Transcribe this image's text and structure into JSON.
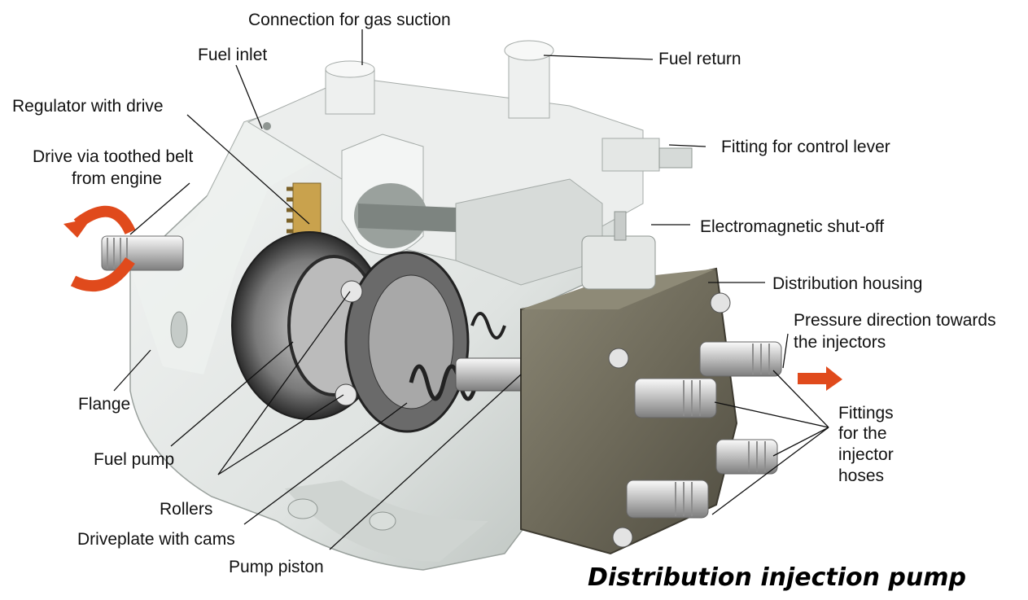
{
  "title": "Distribution injection pump",
  "labels": {
    "gas_suction": "Connection for gas suction",
    "fuel_inlet": "Fuel inlet",
    "fuel_return": "Fuel return",
    "regulator": "Regulator with drive",
    "drive_line1": "Drive via toothed belt",
    "drive_line2": "from engine",
    "control_lever": "Fitting for control lever",
    "shut_off": "Electromagnetic shut-off",
    "distribution_housing": "Distribution housing",
    "pressure_line1": "Pressure direction towards",
    "pressure_line2": "the injectors",
    "fittings_line1": "Fittings",
    "fittings_line2": "for the",
    "fittings_line3": "injector",
    "fittings_line4": "hoses",
    "flange": "Flange",
    "fuel_pump": "Fuel pump",
    "rollers": "Rollers",
    "driveplate": "Driveplate with cams",
    "pump_piston": "Pump piston"
  },
  "colors": {
    "body": "#e3e6e4",
    "body_shadow": "#b9bfbc",
    "housing": "#6f6b5c",
    "metal_dark": "#2b2b2b",
    "arrow": "#e04a1c"
  }
}
